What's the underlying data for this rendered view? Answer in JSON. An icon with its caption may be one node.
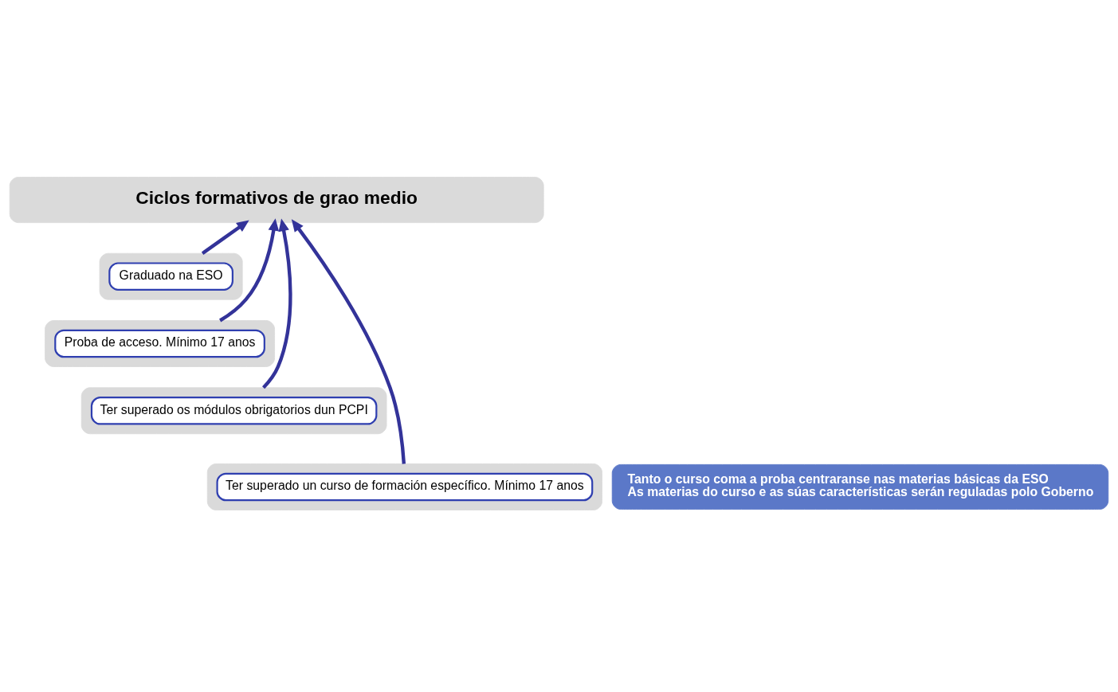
{
  "diagram": {
    "nodes": [
      {
        "text": [
          "Ciclos formativos de grao medio"
        ]
      },
      {
        "text": [],
        "shape": "box"
      },
      {
        "text": [
          "Graduado na ESO"
        ],
        "in": 1
      },
      {
        "text": [],
        "shape": "box"
      },
      {
        "text": [
          "Proba de acceso. Mínimo 17 anos"
        ],
        "in": 3
      },
      {
        "text": [],
        "shape": "box"
      },
      {
        "text": [
          "Ter superado os módulos obrigatorios dun PCPI"
        ],
        "in": 5
      },
      {
        "text": [],
        "shape": "box"
      },
      {
        "text": [
          "Ter superado un curso de formación específico. Mínimo 17 anos"
        ],
        "in": 7
      },
      {
        "text": [
          "Tanto o curso coma a proba centraranse nas materias básicas da ESO",
          "As materias do curso e as súas características serán reguladas polo Goberno"
        ]
      }
    ],
    "edges": [
      {
        "from": 1,
        "to": 0,
        "arrow": "to"
      },
      {
        "from": 3,
        "to": 0,
        "arrow": "to"
      },
      {
        "from": 5,
        "to": 0,
        "arrow": "to"
      },
      {
        "from": 7,
        "to": 0,
        "arrow": "to"
      }
    ]
  }
}
